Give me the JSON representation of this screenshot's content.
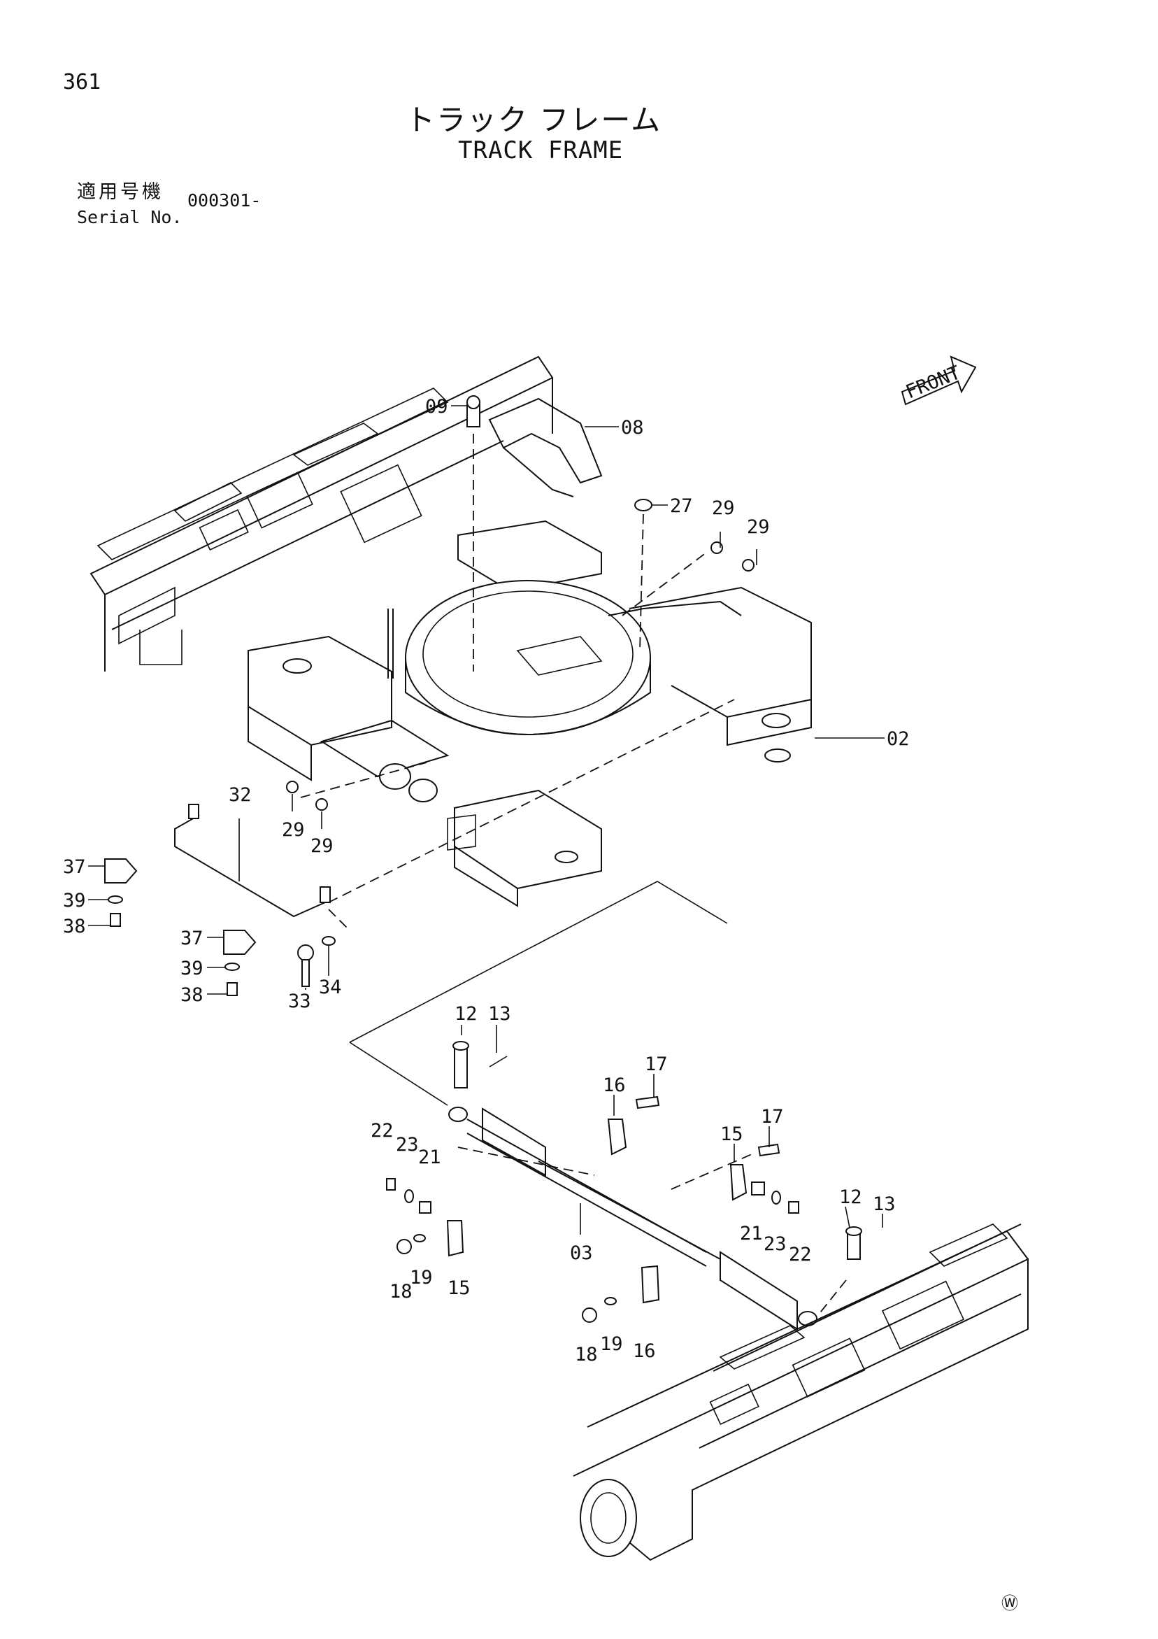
{
  "page": {
    "number": "361"
  },
  "title": {
    "jp": "トラック フレーム",
    "en": "TRACK FRAME"
  },
  "serial": {
    "label_jp": "適用号機",
    "label_en": "Serial No.",
    "value": "000301-"
  },
  "front_arrow": {
    "label": "FRONT"
  },
  "corner_mark": "Ⓦ",
  "callouts": {
    "c02": "02",
    "c03": "03",
    "c08": "08",
    "c09": "09",
    "c12a": "12",
    "c12b": "12",
    "c13a": "13",
    "c13b": "13",
    "c15a": "15",
    "c15b": "15",
    "c16a": "16",
    "c16b": "16",
    "c17a": "17",
    "c17b": "17",
    "c18a": "18",
    "c18b": "18",
    "c19a": "19",
    "c19b": "19",
    "c21a": "21",
    "c21b": "21",
    "c22a": "22",
    "c22b": "22",
    "c23a": "23",
    "c23b": "23",
    "c27": "27",
    "c29a": "29",
    "c29b": "29",
    "c29c": "29",
    "c29d": "29",
    "c32": "32",
    "c33": "33",
    "c34": "34",
    "c37a": "37",
    "c37b": "37",
    "c38a": "38",
    "c38b": "38",
    "c39a": "39",
    "c39b": "39"
  }
}
